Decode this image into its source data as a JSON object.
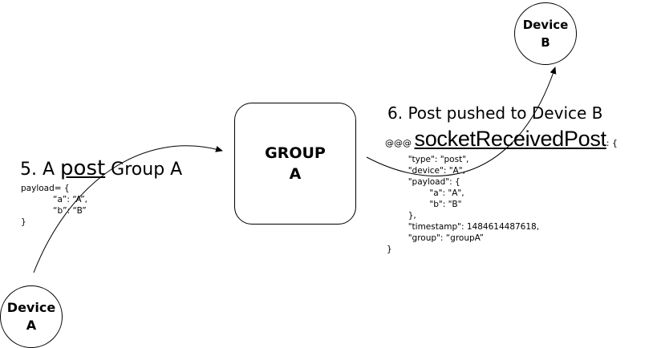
{
  "nodes": {
    "device_a": {
      "line1": "Device",
      "line2": "A"
    },
    "device_b": {
      "line1": "Device",
      "line2": "B"
    },
    "group_a": {
      "line1": "GROUP",
      "line2": "A"
    }
  },
  "step5": {
    "prefix": "5. A ",
    "verb": "post",
    "suffix": " Group A",
    "payload": "payload= {\n            “a”: “A”,\n            “b”: “B”\n}"
  },
  "step6": {
    "title": "6. Post pushed to Device B",
    "prefix": "@@@ ",
    "event": "socketReceivedPost",
    "open": ": {",
    "payload": "        \"type\": \"post\",\n        \"device\": \"A\",\n        \"payload\": {\n                \"a\": \"A\",\n                \"b\": \"B\"\n        },\n        \"timestamp\": 1484614487618,\n        \"group\": “groupA”\n}"
  }
}
